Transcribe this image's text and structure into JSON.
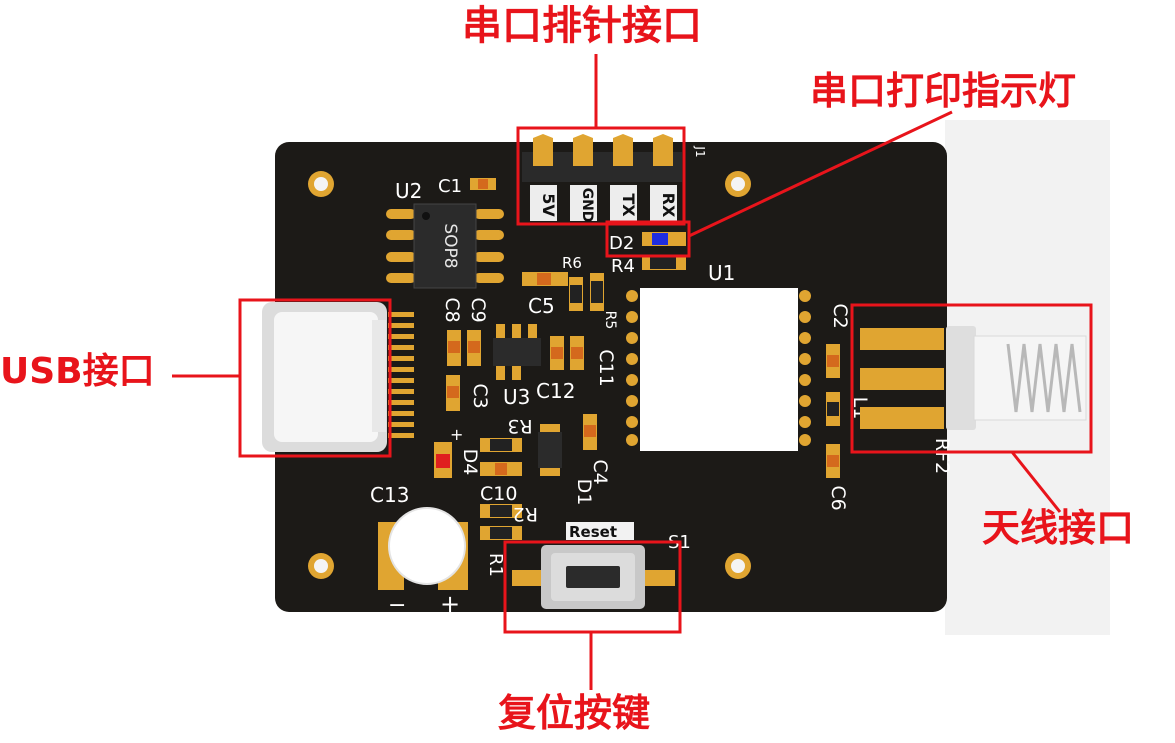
{
  "callouts": {
    "header_pins": "串口排针接口",
    "print_led": "串口打印指示灯",
    "usb_port": "USB接口",
    "antenna_port": "天线接口",
    "reset_button": "复位按键"
  },
  "silkscreen": {
    "u2": "U2",
    "u2_package": "SOP8",
    "c1": "C1",
    "j1": "J1",
    "pin_5v": "5V",
    "pin_gnd": "GND",
    "pin_tx": "TX",
    "pin_rx": "RX",
    "d2": "D2",
    "r4": "R4",
    "r6": "R6",
    "u1": "U1",
    "c5": "C5",
    "c8": "C8",
    "c9": "C9",
    "r5": "R5",
    "c11": "C11",
    "c12": "C12",
    "u3": "U3",
    "c3": "C3",
    "c2": "C2",
    "l1": "L1",
    "rf2": "RF2",
    "c6": "C6",
    "d4": "D4",
    "r3": "R3",
    "c10": "C10",
    "r2": "R2",
    "d1": "D1",
    "c4": "C4",
    "c13": "C13",
    "r1": "R1",
    "s1": "S1",
    "reset": "Reset",
    "plus": "+",
    "minus": "−"
  },
  "colors": {
    "annotation": "#e8141b",
    "pcb": "#1c1a17",
    "gold": "#e0a531",
    "blue_led": "#1f2de0",
    "red_led": "#e01f1f"
  }
}
